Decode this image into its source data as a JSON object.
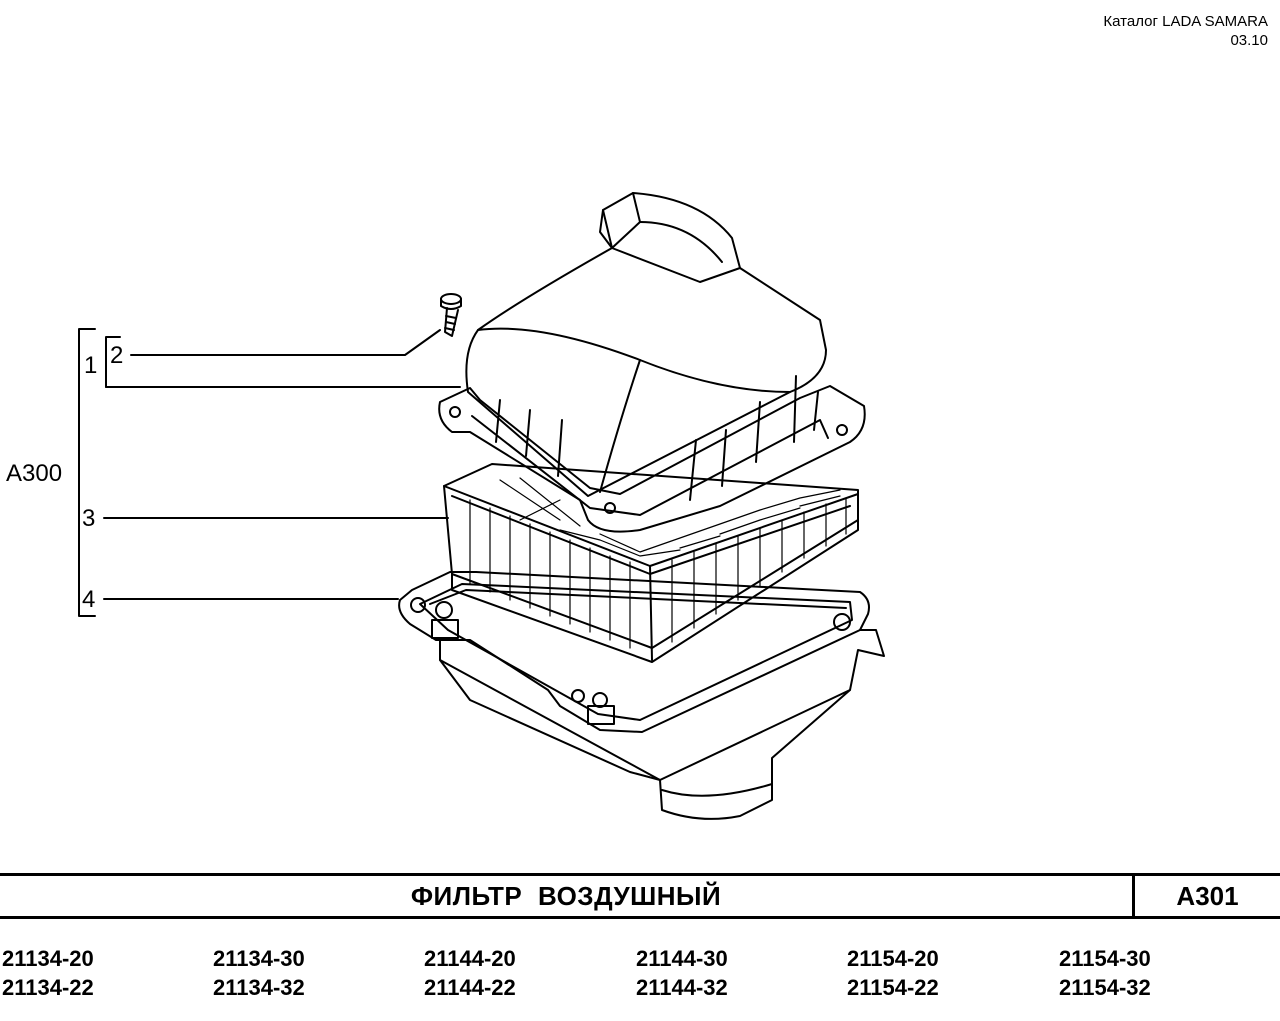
{
  "header": {
    "catalog": "Каталог  LADA SAMARA",
    "date": "03.10"
  },
  "callouts": {
    "group": "A300",
    "item1": "1",
    "item2": "2",
    "item3": "3",
    "item4": "4"
  },
  "title": {
    "name": "ФИЛЬТР   ВОЗДУШНЫЙ",
    "code": "A301"
  },
  "models": [
    [
      "21134-20",
      "21134-22"
    ],
    [
      "21134-30",
      "21134-32"
    ],
    [
      "21144-20",
      "21144-22"
    ],
    [
      "21144-30",
      "21144-32"
    ],
    [
      "21154-20",
      "21154-22"
    ],
    [
      "21154-30",
      "21154-32"
    ]
  ]
}
